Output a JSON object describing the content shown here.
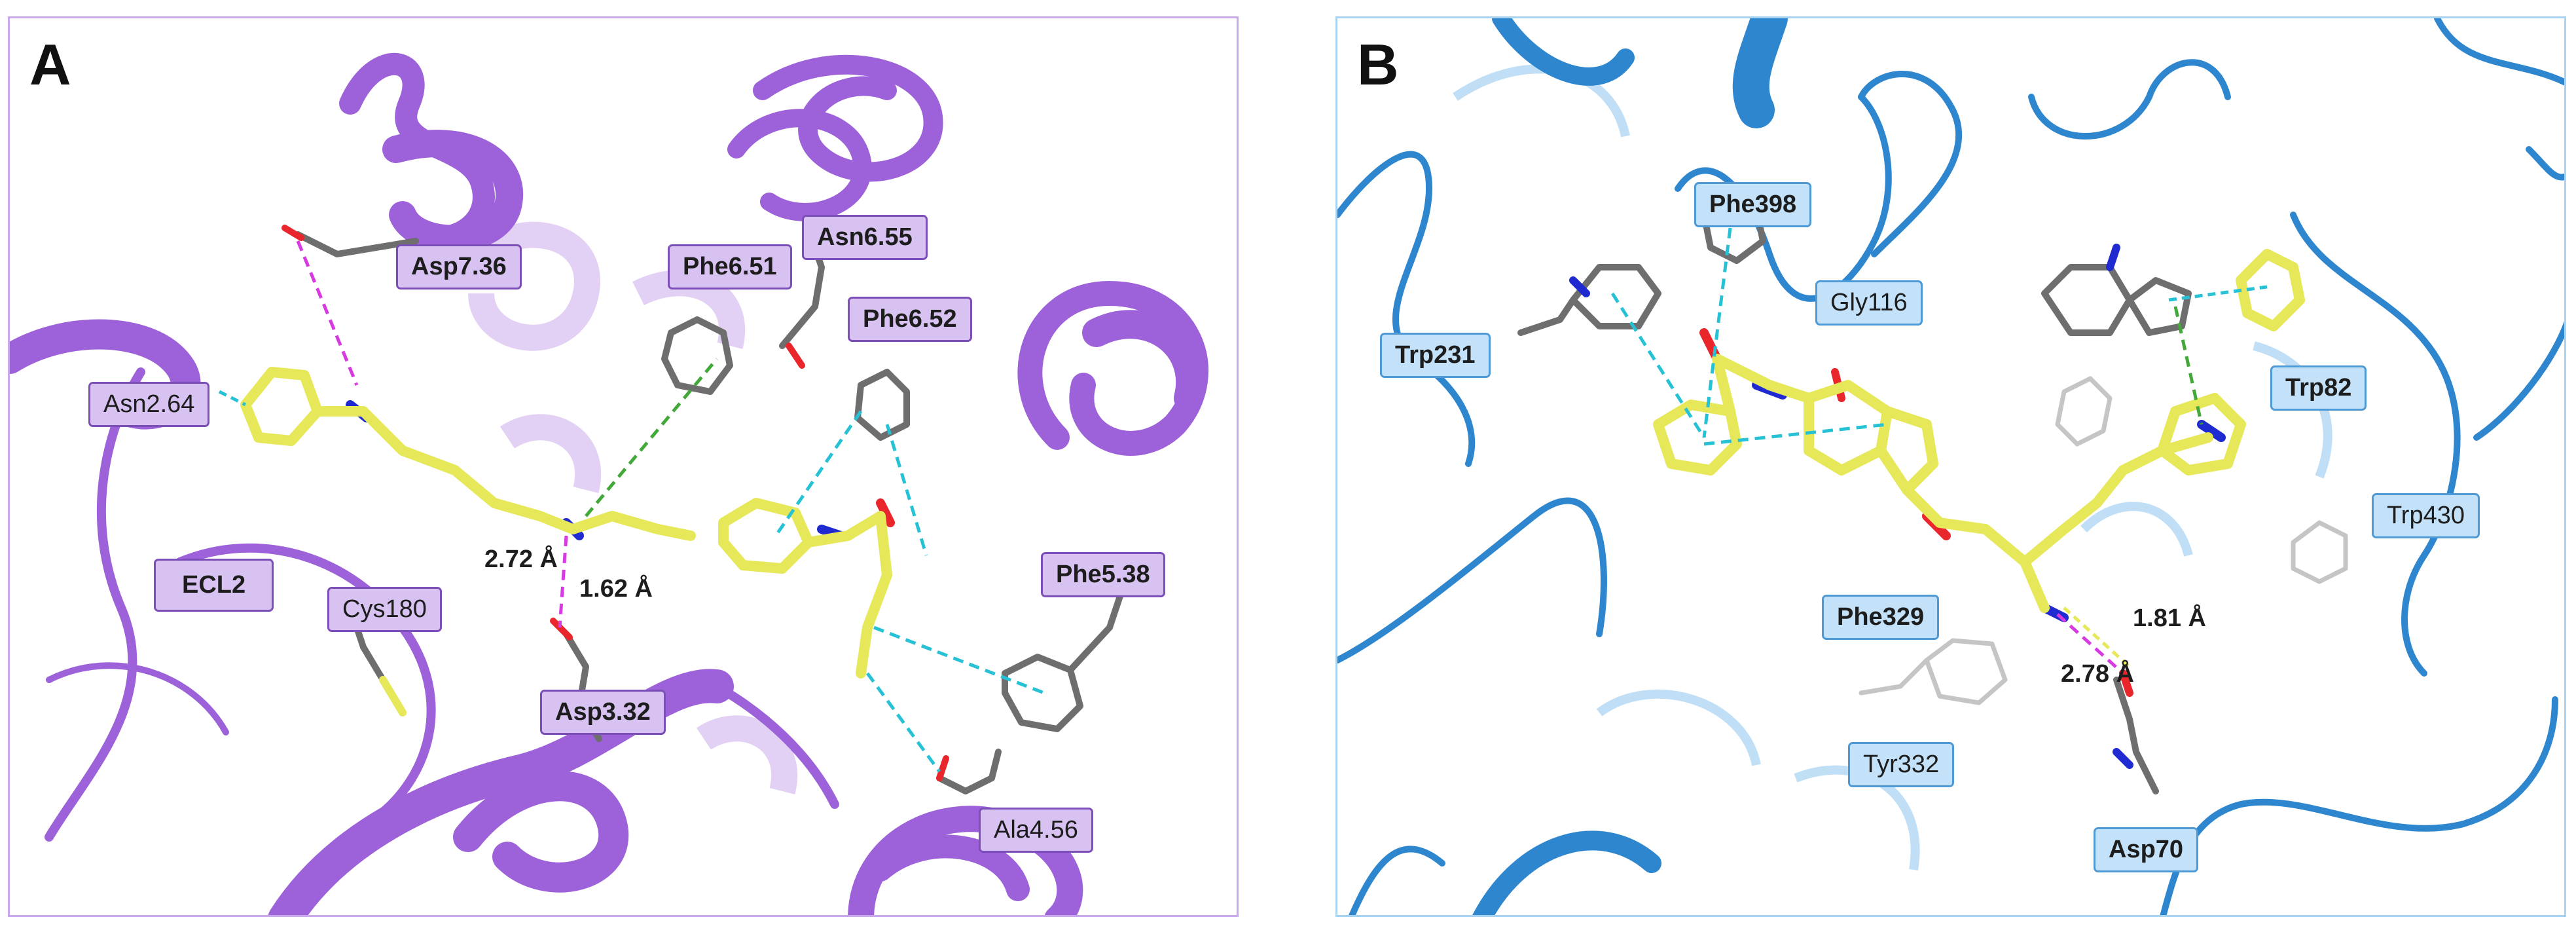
{
  "colors": {
    "panel_a_border": "#c9a8ec",
    "panel_b_border": "#a9d4f1",
    "helix_a": "#9d62d9",
    "ribbon_b": "#2e86cf",
    "ligand": "#e6e85a",
    "carbon": "#6e6e6e",
    "nitrogen": "#1f2ad1",
    "oxygen": "#e8262b",
    "hbond": "#d63ae0",
    "pi_stack": "#27c1d6",
    "hydrophobic": "#43a83a"
  },
  "panel_a": {
    "letter": "A",
    "labels": {
      "asp736": "Asp7.36",
      "phe651": "Phe6.51",
      "asn655": "Asn6.55",
      "phe652": "Phe6.52",
      "asn264": "Asn2.64",
      "ecl2": "ECL2",
      "cys180": "Cys180",
      "phe538": "Phe5.38",
      "asp332": "Asp3.32",
      "ala456": "Ala4.56"
    },
    "distances": {
      "d1": "2.72 Å",
      "d2": "1.62 Å"
    }
  },
  "panel_b": {
    "letter": "B",
    "labels": {
      "phe398": "Phe398",
      "gly116": "Gly116",
      "trp231": "Trp231",
      "trp82": "Trp82",
      "trp430": "Trp430",
      "phe329": "Phe329",
      "tyr332": "Tyr332",
      "asp70": "Asp70"
    },
    "distances": {
      "d1": "1.81 Å",
      "d2": "2.78 Å"
    }
  }
}
